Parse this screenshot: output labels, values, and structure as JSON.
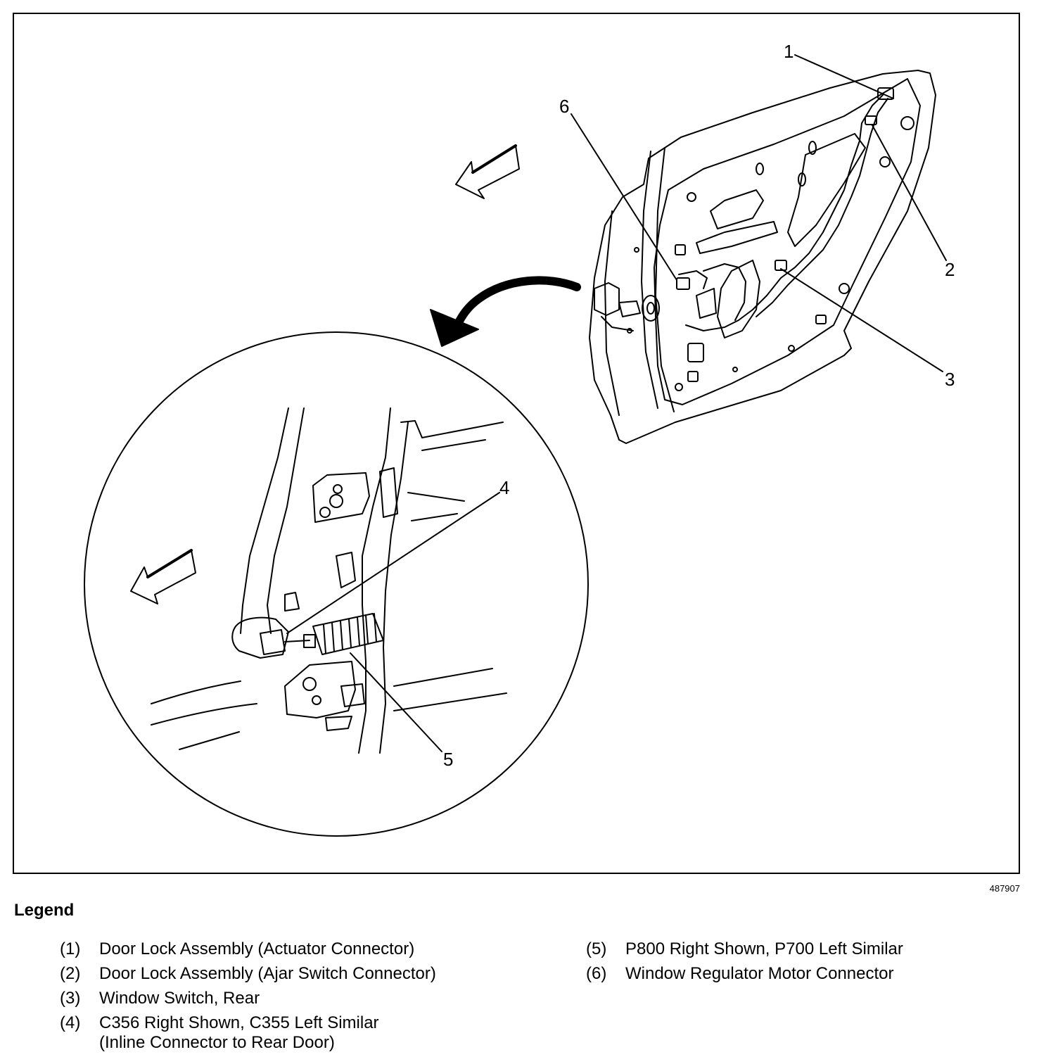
{
  "figure_id": "487907",
  "callouts": [
    {
      "id": "1",
      "label": "1"
    },
    {
      "id": "2",
      "label": "2"
    },
    {
      "id": "3",
      "label": "3"
    },
    {
      "id": "4",
      "label": "4"
    },
    {
      "id": "5",
      "label": "5"
    },
    {
      "id": "6",
      "label": "6"
    }
  ],
  "legend": {
    "title": "Legend",
    "items": [
      {
        "num": "(1)",
        "text": "Door Lock Assembly (Actuator Connector)"
      },
      {
        "num": "(2)",
        "text": "Door Lock Assembly (Ajar Switch Connector)"
      },
      {
        "num": "(3)",
        "text": "Window Switch, Rear"
      },
      {
        "num": "(4)",
        "text": "C356 Right Shown, C355 Left Similar",
        "text2": "(Inline Connector to Rear Door)"
      },
      {
        "num": "(5)",
        "text": "P800 Right Shown, P700 Left Similar"
      },
      {
        "num": "(6)",
        "text": "Window Regulator Motor Connector"
      }
    ]
  }
}
